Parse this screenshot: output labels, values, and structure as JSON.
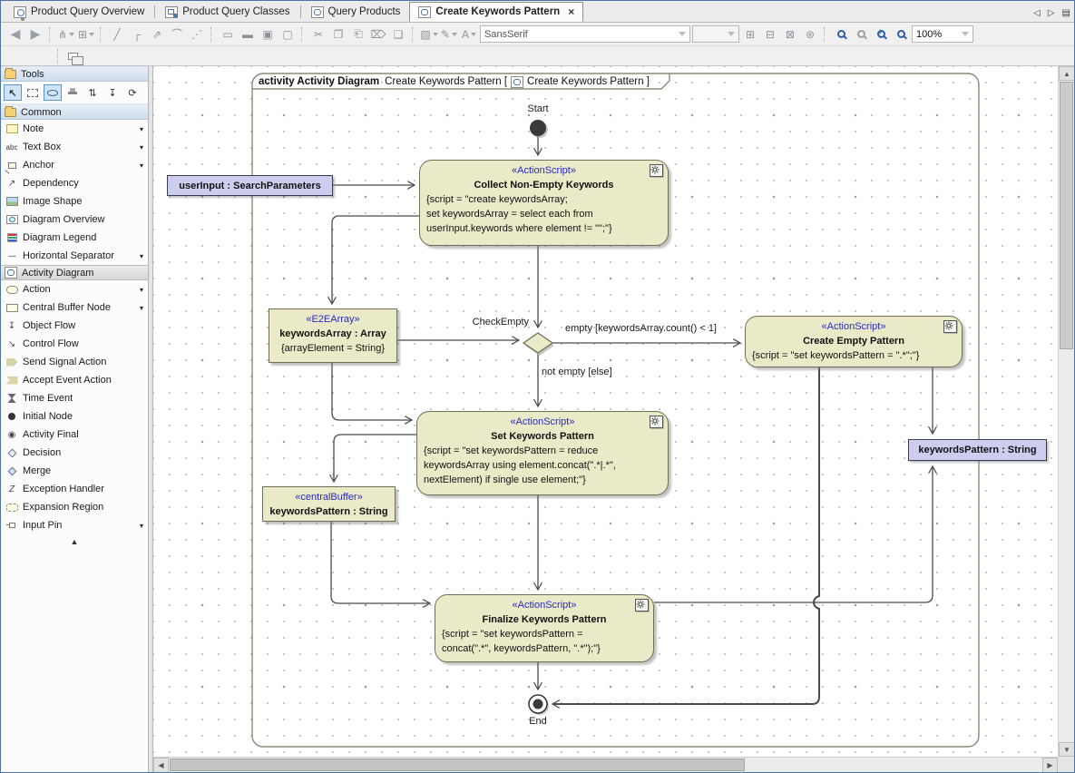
{
  "tabs": [
    {
      "label": "Product Query Overview"
    },
    {
      "label": "Product Query Classes"
    },
    {
      "label": "Query Products"
    },
    {
      "label": "Create Keywords Pattern",
      "close": "×"
    }
  ],
  "toolbar": {
    "font_name": "SansSerif",
    "font_size": "",
    "zoom": "100%"
  },
  "icons": {
    "back": "◀",
    "forward": "▶",
    "tree": "⋔",
    "add_shape": "⊞",
    "line": "╱",
    "rect_line": "┌",
    "oblique": "⇗",
    "curve": "⌒",
    "spline": "⋰",
    "size1": "▭",
    "size2": "▬",
    "size3": "▣",
    "size4": "▢",
    "cut": "✂",
    "copy": "❐",
    "paste": "⎗",
    "delete": "⌦",
    "clone": "❏",
    "fill": "▨",
    "pen": "✎",
    "font": "A",
    "grp1": "⊞",
    "grp2": "⊟",
    "grp3": "⊠",
    "grp4": "⊛",
    "tab_prev": "◁",
    "tab_next": "▷",
    "tab_list": "▤",
    "cursor": "↖",
    "vspread": "⇅",
    "vpush": "↧",
    "reverse": "⟳",
    "dependency": "↗",
    "object_flow": "↧",
    "control_flow": "↘",
    "activity_final": "◉",
    "exception": "Z",
    "scroll_up": "▲",
    "scroll_down": "▼",
    "scroll_left": "◀",
    "scroll_right": "▶"
  },
  "sidebar": {
    "tools_header": "Tools",
    "common_header": "Common",
    "common_items": [
      {
        "label": "Note",
        "dd": "▾"
      },
      {
        "label": "Text Box",
        "dd": "▾"
      },
      {
        "label": "Anchor",
        "dd": "▾"
      },
      {
        "label": "Dependency"
      },
      {
        "label": "Image Shape"
      },
      {
        "label": "Diagram Overview"
      },
      {
        "label": "Diagram Legend"
      },
      {
        "label": "Horizontal Separator",
        "dd": "▾"
      }
    ],
    "activity_header": "Activity Diagram",
    "activity_items": [
      {
        "label": "Action",
        "dd": "▾"
      },
      {
        "label": "Central Buffer Node",
        "dd": "▾"
      },
      {
        "label": "Object Flow"
      },
      {
        "label": "Control Flow"
      },
      {
        "label": "Send Signal Action"
      },
      {
        "label": "Accept Event Action"
      },
      {
        "label": "Time Event"
      },
      {
        "label": "Initial Node"
      },
      {
        "label": "Activity Final"
      },
      {
        "label": "Decision"
      },
      {
        "label": "Merge"
      },
      {
        "label": "Exception Handler"
      },
      {
        "label": "Expansion Region"
      },
      {
        "label": "Input Pin",
        "dd": "▾"
      }
    ],
    "scroll_up": "▲"
  },
  "diagram": {
    "header": {
      "kind": "activity Activity Diagram",
      "name": "Create Keywords Pattern [",
      "ref": "Create Keywords Pattern ]"
    },
    "labels": {
      "start": "Start",
      "end": "End",
      "check_empty": "CheckEmpty",
      "empty_guard": "empty [keywordsArray.count() < 1]",
      "not_empty_guard": "not empty [else]"
    },
    "nodes": {
      "user_input": {
        "title": "userInput : SearchParameters"
      },
      "collect": {
        "stereotype": "«ActionScript»",
        "title": "Collect Non-Empty Keywords",
        "body1": "{script = \"create keywordsArray;",
        "body2": "set keywordsArray = select each from",
        "body3": "userInput.keywords where element != \"\";\"}"
      },
      "keywords_array": {
        "stereotype": "«E2EArray»",
        "title": "keywordsArray : Array",
        "body1": "{arrayElement = String}"
      },
      "create_empty": {
        "stereotype": "«ActionScript»",
        "title": "Create Empty Pattern",
        "body1": "{script = \"set keywordsPattern = \".*\";\"}"
      },
      "set_pattern": {
        "stereotype": "«ActionScript»",
        "title": "Set Keywords Pattern",
        "body1": "{script = \"set keywordsPattern = reduce",
        "body2": "keywordsArray using element.concat(\".*|.*\",",
        "body3": "nextElement) if single use element;\"}"
      },
      "central_buffer": {
        "stereotype": "«centralBuffer»",
        "title": "keywordsPattern : String"
      },
      "finalize": {
        "stereotype": "«ActionScript»",
        "title": "Finalize Keywords Pattern",
        "body1": "{script = \"set keywordsPattern =",
        "body2": "concat(\".*\", keywordsPattern, \".*\");\"}"
      },
      "keywords_pattern_param": {
        "title": "keywordsPattern : String"
      }
    }
  }
}
